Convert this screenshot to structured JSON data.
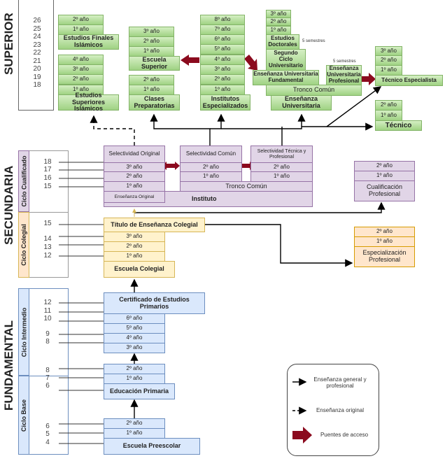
{
  "levels": {
    "superior": "SUPERIOR",
    "secundaria": "SECUNDARIA",
    "fundamental": "FUNDAMENTAL"
  },
  "cycles": {
    "cualificado": "Ciclo Cualificado",
    "colegial": "Ciclo Colegial",
    "intermedio": "Ciclo Intermedio",
    "base": "Ciclo Base"
  },
  "ages": {
    "superior": [
      "26",
      "25",
      "24",
      "23",
      "22",
      "21",
      "20",
      "19",
      "18"
    ],
    "cualificado": [
      "18",
      "17",
      "16",
      "15"
    ],
    "colegial": [
      "15",
      "14",
      "13",
      "12"
    ],
    "intermedio": [
      "12",
      "11",
      "10",
      "9",
      "8"
    ],
    "base_primaria": [
      "8",
      "7",
      "6"
    ],
    "base_preescolar": [
      "6",
      "5",
      "4"
    ]
  },
  "years": {
    "y1": "1º año",
    "y2": "2º año",
    "y3": "3º año",
    "y4": "4º año",
    "y5": "5º año",
    "y6": "6º año",
    "y7": "7º año",
    "y8": "8º año"
  },
  "superior": {
    "finales": "Estudios Finales Islámicos",
    "superiores_islamicos": "Estudios Superiores Islámicos",
    "escuela_superior": "Escuela Superior",
    "clases_prep": "Clases Preparatorias",
    "institutos": "Institutos Especializados",
    "doctorales": "Estudios Doctorales",
    "segundo_ciclo": "Segundo Ciclo Universitario",
    "fundamental": "Enseñanza Universitaria Fundamental",
    "profesional": "Enseñanza Universitaria Profesional",
    "tronco": "Tronco Común",
    "universitaria": "Enseñanza Universitaria",
    "semestres": "5 semestres",
    "tecnico_esp": "Técnico Especialista",
    "tecnico": "Técnico"
  },
  "secundaria": {
    "sel_original": "Selectividad Original",
    "sel_comun": "Selectividad Común",
    "sel_tecnica": "Selectividad Técnica y Profesional",
    "ens_original": "Enseñanza Original",
    "tronco": "Tronco Común",
    "instituto": "Instituto",
    "cualificacion": "Cualificación Profesional",
    "titulo": "Título de Enseñanza Colegial",
    "escuela_colegial": "Escuela Colegial",
    "especializacion": "Especialización Profesional"
  },
  "fundamental": {
    "certificado": "Certificado de Estudios Primarios",
    "primaria": "Educación Primaria",
    "preescolar": "Escuela Preescolar"
  },
  "legend": {
    "general": "Enseñanza general y profesional",
    "original": "Enseñanza original",
    "puentes": "Puentes de acceso"
  },
  "colors": {
    "superior": "#9fd283",
    "secundaria_cualificado": "#e1d5e7",
    "secundaria_colegial": "#fff2cc",
    "especializacion": "#ffe6cc",
    "fundamental": "#dae8fc",
    "bridge_arrow": "#8b0a1e"
  }
}
